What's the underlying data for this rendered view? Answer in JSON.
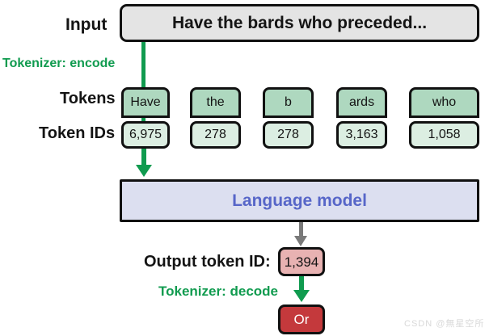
{
  "diagram": {
    "title": "Tokenizer encode / language model / decode pipeline",
    "colors": {
      "green": "#109b4f",
      "token_fill": "#aed8bf",
      "token_id_fill": "#dceee2",
      "input_fill": "#e4e4e4",
      "lm_fill": "#dcdff0",
      "lm_text": "#5766c8",
      "output_id_fill": "#e8b2b2",
      "output_token_fill": "#c4393c",
      "arrow_gray": "#7a7a7a",
      "stroke": "#111111"
    }
  },
  "input_row": {
    "label": "Input",
    "text": "Have the bards who preceded..."
  },
  "encode_label": "Tokenizer: encode",
  "tokens_row": {
    "label": "Tokens",
    "items": [
      {
        "token": "Have",
        "id": "6,975"
      },
      {
        "token": "the",
        "id": "278"
      },
      {
        "token": "b",
        "id": "278"
      },
      {
        "token": "ards",
        "id": "3,163"
      },
      {
        "token": "who",
        "id": "1,058"
      }
    ]
  },
  "token_ids_row": {
    "label": "Token IDs"
  },
  "model": {
    "label": "Language model"
  },
  "output": {
    "label": "Output token ID:",
    "id": "1,394",
    "decode_label": "Tokenizer: decode",
    "token": "Or"
  },
  "watermark": {
    "text": "CSDN @無星空所"
  }
}
